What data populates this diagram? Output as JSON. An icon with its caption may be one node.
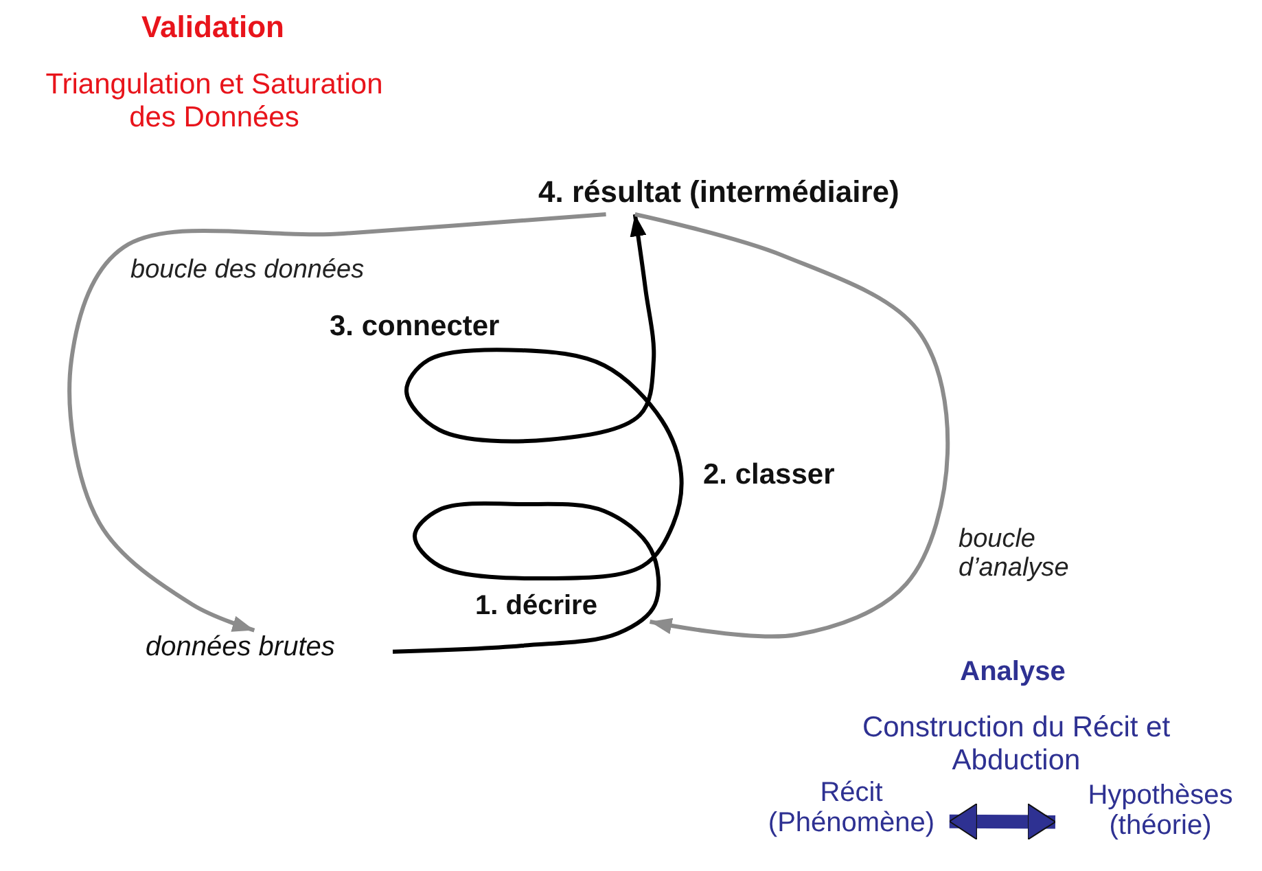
{
  "diagram": {
    "nodes": [
      {
        "text": [
          "données brutes"
        ]
      },
      {
        "text": [
          "1. décrire"
        ]
      },
      {
        "text": [
          "4. résultat (intermédiaire)"
        ]
      },
      {
        "text": [
          "Récit (Phénomène)"
        ]
      },
      {
        "text": [
          "Hypothèses (théorie)"
        ]
      }
    ],
    "edges": [
      {
        "from": 0,
        "to": 2,
        "arrow": "to",
        "color": "#000000"
      },
      {
        "from": 2,
        "to": 0,
        "arrow": "to",
        "label": "boucle des données",
        "color": "#8c8c8c"
      },
      {
        "from": 2,
        "to": 1,
        "arrow": "to",
        "label": "boucle d’analyse",
        "color": "#8c8c8c"
      },
      {
        "from": 3,
        "to": 4,
        "arrow": "both",
        "style": "thick",
        "color": "#2e3192"
      }
    ],
    "labels": [
      "Validation",
      "Triangulation et Saturation des Données",
      "3. connecter",
      "2. classer",
      "Analyse",
      "Construction du Récit et Abduction"
    ]
  }
}
